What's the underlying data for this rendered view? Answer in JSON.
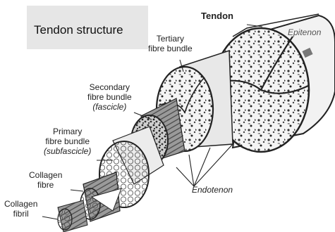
{
  "title": "Tendon structure",
  "labels": {
    "tendon": "Tendon",
    "epitenon": "Epitenon",
    "tertiary": [
      "Tertiary",
      "fibre bundle"
    ],
    "secondary": [
      "Secondary",
      "fibre bundle",
      "(fascicle)"
    ],
    "primary": [
      "Primary",
      "fibre bundle",
      "(subfascicle)"
    ],
    "collagen_fibre": [
      "Collagen",
      "fibre"
    ],
    "collagen_fibril": [
      "Collagen",
      "fibril"
    ],
    "endotenon": "Endotenon"
  },
  "colors": {
    "background": "#ffffff",
    "title_box": "#e6e6e6",
    "ink": "#222222"
  }
}
